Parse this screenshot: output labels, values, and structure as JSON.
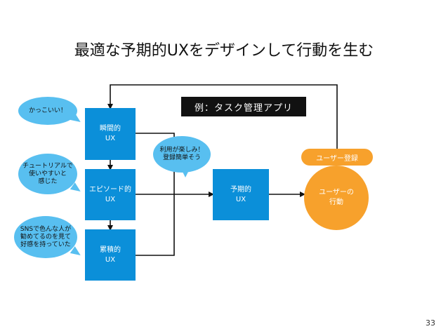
{
  "title": "最適な予期的UXをデザインして行動を生む",
  "example_label": "例：タスク管理アプリ",
  "boxes": {
    "momentary": [
      "瞬間的",
      "UX"
    ],
    "episodic": [
      "エピソード的",
      "UX"
    ],
    "cumulative": [
      "累積的",
      "UX"
    ],
    "anticipated": [
      "予期的",
      "UX"
    ]
  },
  "action": [
    "ユーザーの",
    "行動"
  ],
  "signup": "ユーザー登録",
  "bubbles": {
    "cool": [
      "かっこいい！"
    ],
    "tutorial": [
      "チュートリアルで",
      "使いやすいと",
      "感じた"
    ],
    "sns": [
      "SNSで色んな人が",
      "勧めてるのを見て",
      "好感を持っていた"
    ],
    "fun": [
      "利用が楽しみ！",
      "登録簡単そう"
    ]
  },
  "page_number": "33",
  "colors": {
    "box": "#0b8fd9",
    "action": "#f7a12c",
    "bubble": "#58bff0",
    "line": "#111111"
  }
}
